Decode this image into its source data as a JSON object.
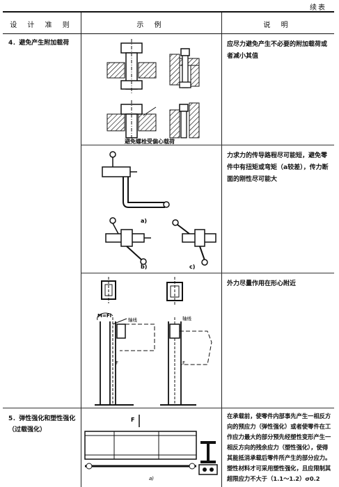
{
  "page": {
    "continued_label": "续表"
  },
  "table": {
    "headers": [
      "设 计 准 则",
      "示 例",
      "说 明"
    ],
    "rows": [
      {
        "principle": "4．避免产生附加载荷",
        "caption": "避免螺栓受偏心载荷",
        "explanation": "应尽力避免产生不必要的附加载荷或者减小其值"
      },
      {
        "principle": "",
        "labels": [
          "a)",
          "b)",
          "c)"
        ],
        "explanation": "力求力的传导路程尽可能短，避免零件中有扭矩或弯矩（a较差），传力断面的刚性尽可能大"
      },
      {
        "principle": "",
        "labels": [
          "M=Fl",
          "轴线",
          "轴线",
          "F",
          "F"
        ],
        "explanation": "外力尽量作用在形心附近"
      },
      {
        "principle": "5．弹性强化和塑性强化（过载强化）",
        "labels": [
          "F",
          "a)"
        ],
        "explanation": "在承载前，使零件内部事先产生一相反方向的预应力（弹性强化）或者使零件在工作应力最大的部分预先经塑性变形产生一相反方向的残余应力（塑性强化），使得其能抵消承载后零件所产生的部分应力。塑性材料才可采用塑性强化，且应限制其超限应力不大于（1.1～1.2）σ0.2"
      }
    ]
  }
}
